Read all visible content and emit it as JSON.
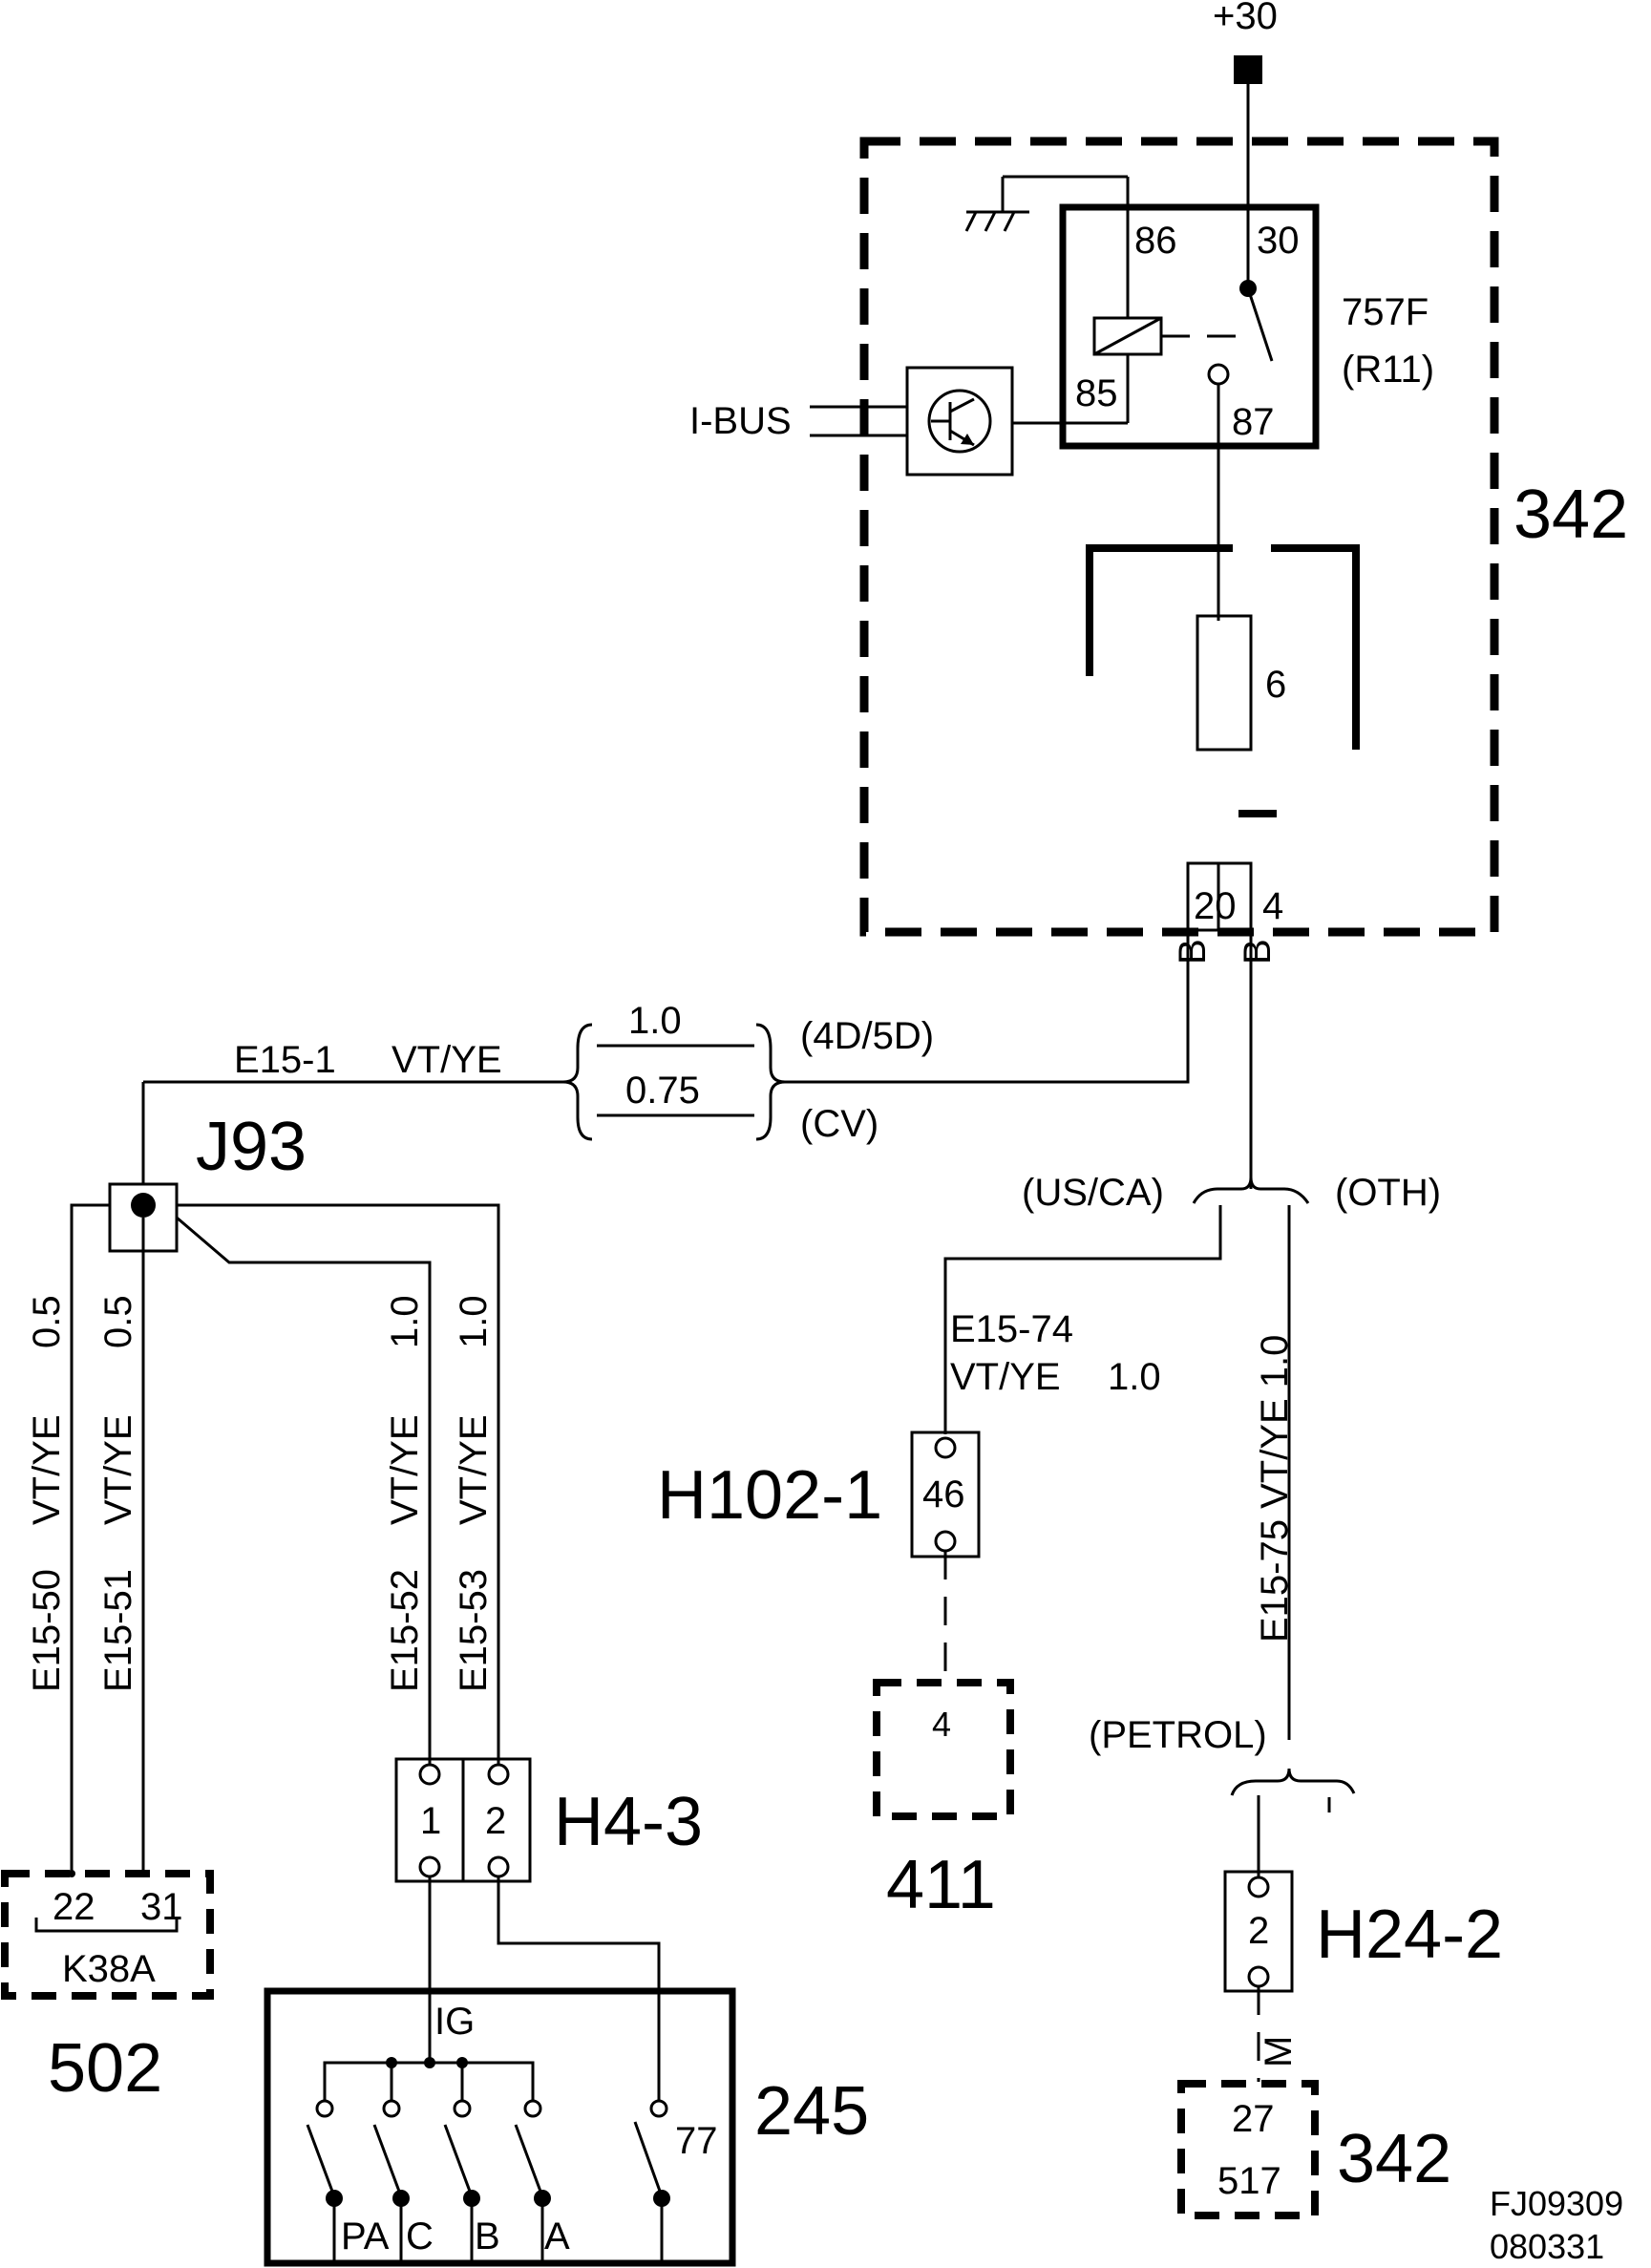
{
  "supply": {
    "label": "+30"
  },
  "module_342": {
    "label": "342"
  },
  "relay": {
    "name": "757F",
    "code": "(R11)",
    "pin_86": "86",
    "pin_30": "30",
    "pin_85": "85",
    "pin_87": "87"
  },
  "ibus": {
    "label": "I-BUS"
  },
  "fuse": {
    "label": "6"
  },
  "connector_top": {
    "pin_20": "20",
    "pin_4": "4",
    "code_left": "B",
    "code_right": "B"
  },
  "wire_e15_1": {
    "id": "E15-1",
    "color": "VT/YE",
    "size_a": "1.0",
    "size_b": "0.75",
    "variant_a": "(4D/5D)",
    "variant_b": "(CV)"
  },
  "splice": {
    "label": "J93"
  },
  "wires_left": [
    {
      "id": "E15-50",
      "color": "VT/YE",
      "size": "0.5"
    },
    {
      "id": "E15-51",
      "color": "VT/YE",
      "size": "0.5"
    },
    {
      "id": "E15-52",
      "color": "VT/YE",
      "size": "1.0"
    },
    {
      "id": "E15-53",
      "color": "VT/YE",
      "size": "1.0"
    }
  ],
  "module_502": {
    "connector": "K38A",
    "pin_a": "22",
    "pin_b": "31",
    "label": "502"
  },
  "connector_h4_3": {
    "label": "H4-3",
    "pin_1": "1",
    "pin_2": "2"
  },
  "switch_245": {
    "label": "245",
    "ig": "IG",
    "pin_77": "77",
    "positions": [
      "PA",
      "C",
      "B",
      "A"
    ]
  },
  "variants_mid": {
    "left": "(US/CA)",
    "right": "(OTH)",
    "petrol": "(PETROL)"
  },
  "wire_e15_74": {
    "id": "E15-74",
    "color_size": "VT/YE",
    "size": "1.0"
  },
  "connector_h102_1": {
    "label": "H102-1",
    "pin": "46"
  },
  "module_411": {
    "label": "411",
    "pin": "4"
  },
  "wire_e15_75": {
    "text": "E15-75  VT/YE  1.0"
  },
  "connector_h24_2": {
    "label": "H24-2",
    "pin": "2"
  },
  "ground_code": {
    "label": "M"
  },
  "module_342_bottom": {
    "label": "342",
    "pin": "27",
    "connector": "517"
  },
  "footer": {
    "code": "FJ09309",
    "date": "080331"
  }
}
